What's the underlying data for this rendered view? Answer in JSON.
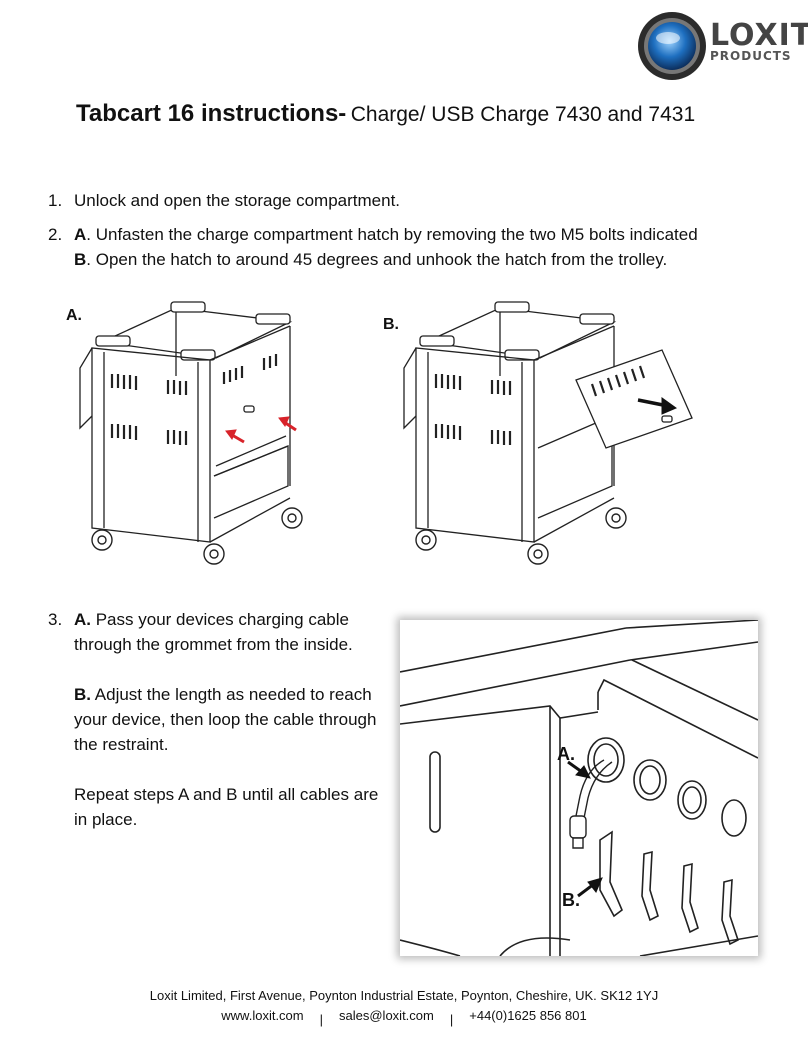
{
  "logo": {
    "name": "LOXIT",
    "sub": "PRODUCTS"
  },
  "title": {
    "bold": "Tabcart 16 instructions-",
    "regular": "Charge/ USB Charge 7430 and 7431"
  },
  "steps": [
    {
      "num": "1.",
      "lines": [
        "Unlock and open the storage compartment."
      ]
    },
    {
      "num": "2.",
      "a_label": "A",
      "a_text": ". Unfasten the charge compartment hatch by removing the two M5 bolts indicated",
      "b_label": "B",
      "b_text": ". Open the hatch to around 45 degrees and unhook the hatch from the trolley."
    },
    {
      "num": "3.",
      "a_label": "A.",
      "a_text": " Pass your devices charging cable",
      "a_text2": "through the grommet from the inside.",
      "b_label": "B.",
      "b_text": " Adjust the length as needed to reach",
      "b_text2": "your device, then loop the cable through",
      "b_text3": "the restraint.",
      "repeat1": "Repeat steps A and B until all cables are",
      "repeat2": "in place."
    }
  ],
  "figures": {
    "fig_a": "A.",
    "fig_b": "B.",
    "photo_a": "A.",
    "photo_b": "B."
  },
  "footer": {
    "address": "Loxit Limited, First Avenue, Poynton Industrial Estate, Poynton, Cheshire, UK. SK12 1YJ",
    "web": "www.loxit.com",
    "sep": "|",
    "email": "sales@loxit.com",
    "phone": "+44(0)1625 856 801"
  },
  "colors": {
    "arrow_red": "#d8232a",
    "line": "#222222",
    "logo_blue": "#1e6fc0"
  }
}
